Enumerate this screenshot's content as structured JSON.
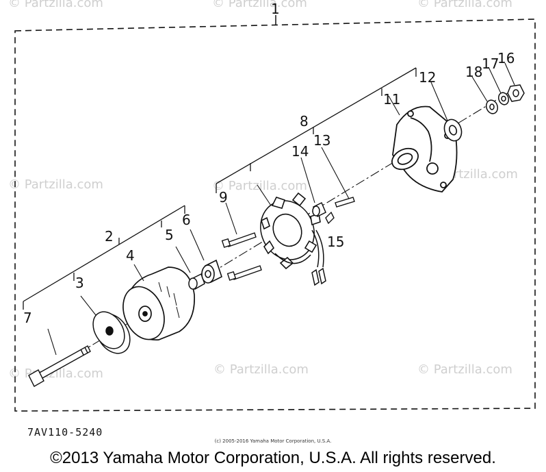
{
  "callouts": {
    "c1": "1",
    "c2": "2",
    "c3": "3",
    "c4": "4",
    "c5": "5",
    "c6": "6",
    "c7": "7",
    "c8": "8",
    "c9": "9",
    "c11": "11",
    "c12": "12",
    "c13": "13",
    "c14": "14",
    "c15": "15",
    "c16": "16",
    "c17": "17",
    "c18": "18"
  },
  "watermarks": {
    "w1": "© Partzilla.com",
    "w2": "© Partzilla.com",
    "w3": "© Partzilla.com",
    "w4": "© Partzilla.com",
    "w5": "© Partzilla.com",
    "w6": "© Partzilla.com",
    "w7": "© Partzilla.com",
    "w8": "© Partzilla.com",
    "w9": "© Partzilla.com"
  },
  "diagram_code": "7AV110-5240",
  "small_copyright": "(c) 2005-2016 Yamaha Motor Corporation, U.S.A.",
  "footer_copyright": "©2013 Yamaha Motor Corporation, U.S.A. All rights reserved."
}
